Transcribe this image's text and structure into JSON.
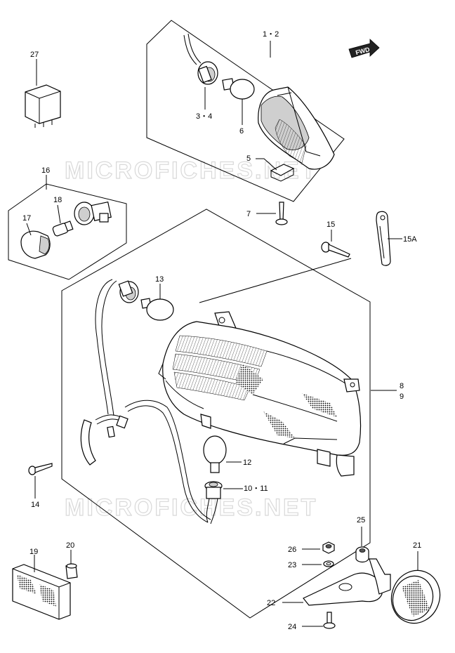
{
  "watermark": "MICROFICHES.NET",
  "fwd_badge": "FWD",
  "labels": {
    "l27": "27",
    "l1_2": "1・2",
    "l3_4": "3・4",
    "l6": "6",
    "l5": "5",
    "l16": "16",
    "l18": "18",
    "l17": "17",
    "l7": "7",
    "l15": "15",
    "l15a": "15A",
    "l13": "13",
    "l8": "8",
    "l9": "9",
    "l12": "12",
    "l10_11": "10・11",
    "l14": "14",
    "l25": "25",
    "l19": "19",
    "l20": "20",
    "l26": "26",
    "l21": "21",
    "l23": "23",
    "l22": "22",
    "l24": "24"
  }
}
